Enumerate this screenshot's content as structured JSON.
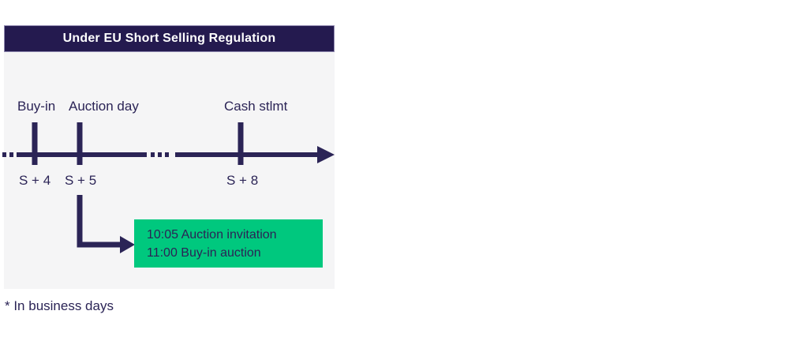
{
  "header": {
    "title": "Under EU Short Selling Regulation"
  },
  "timeline": {
    "events": [
      {
        "label": "Buy-in",
        "day": "S + 4"
      },
      {
        "label": "Auction day",
        "day": "S + 5"
      },
      {
        "label": "Cash stlmt",
        "day": "S + 8"
      }
    ]
  },
  "callout": {
    "lines": [
      "10:05 Auction invitation",
      "11:00 Buy-in auction"
    ]
  },
  "footnote": "* In business days",
  "colors": {
    "header_background": "#241a4f",
    "header_border": "#9089b0",
    "panel_background": "#f5f5f6",
    "navy_text_and_lines": "#2b2456",
    "callout_green": "#00c87e",
    "page_background": "#ffffff"
  }
}
